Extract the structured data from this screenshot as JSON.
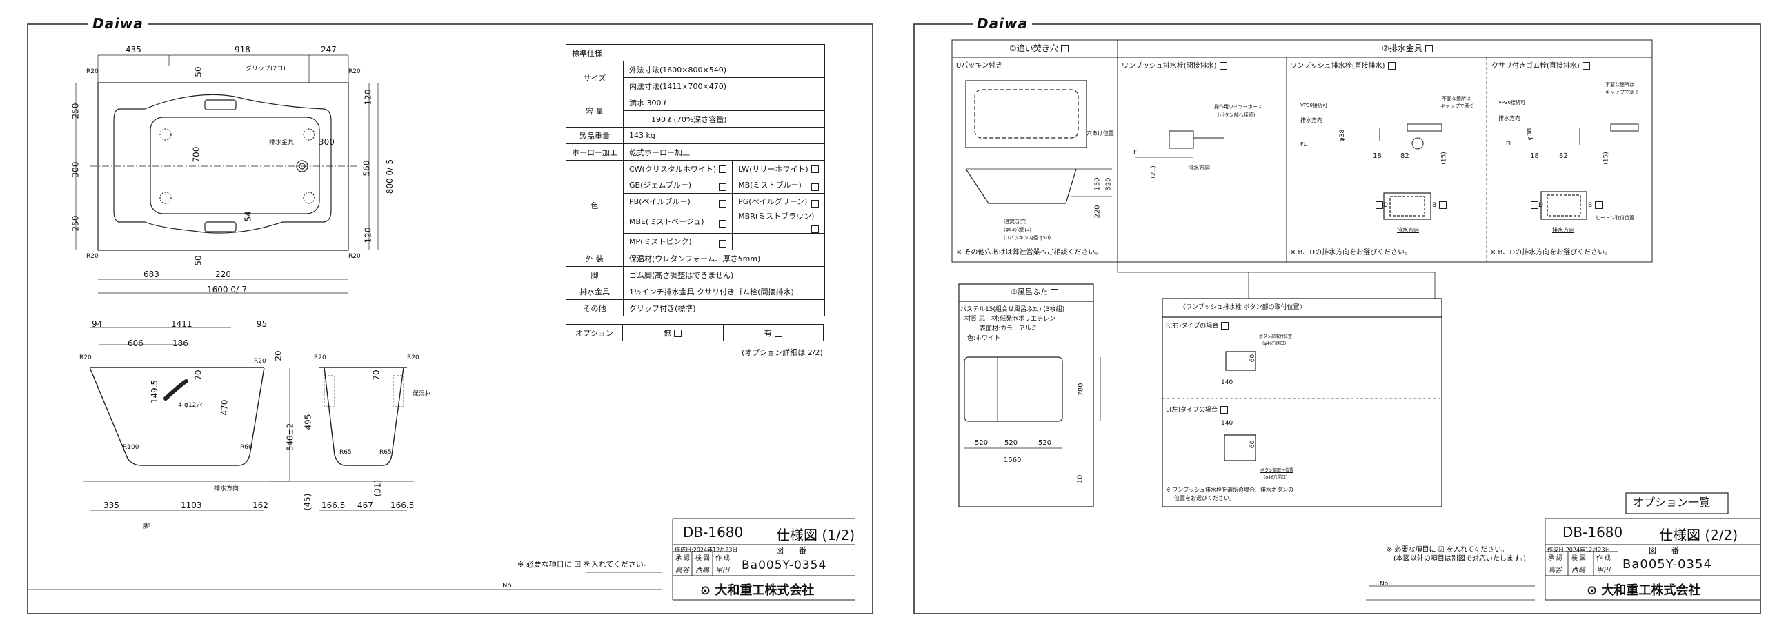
{
  "page1": {
    "logo": "Daiwa",
    "plan_labels": [
      "435",
      "918",
      "247",
      "R20",
      "R20",
      "R20",
      "R20",
      "250",
      "300",
      "250",
      "700",
      "300",
      "排水金具",
      "グリップ(2コ)",
      "560",
      "800 0/-5",
      "120",
      "120",
      "50",
      "50",
      "54",
      "683",
      "220",
      "1600 0/-7"
    ],
    "side_labels": [
      "94",
      "1411",
      "95",
      "606",
      "186",
      "R20",
      "R20",
      "20",
      "70",
      "149.5",
      "4-φ12穴",
      "470",
      "540±2",
      "R100",
      "R60",
      "排水方向",
      "335",
      "1103",
      "162",
      "脚"
    ],
    "end_labels": [
      "R20",
      "R20",
      "70",
      "保温材",
      "495",
      "(45)",
      "R65",
      "R65",
      "(31)",
      "166.5",
      "467",
      "166.5"
    ],
    "spec": {
      "header": "標準仕様",
      "size_label": "サイズ",
      "size_outer": "外法寸法(1600×800×540)",
      "size_inner": "内法寸法(1411×700×470)",
      "capacity_label": "容 量",
      "capacity_full": "満水 300 ℓ",
      "capacity_70": "190 ℓ (70%深さ容量)",
      "weight_label": "製品重量",
      "weight": "143 kg",
      "enamel_label": "ホーロー加工",
      "enamel": "乾式ホーロー加工",
      "color_label": "色",
      "colors": [
        "CW(クリスタルホワイト)",
        "LW(リリーホワイト)",
        "GB(ジェムブルー)",
        "MB(ミストブルー)",
        "PB(ペイルブルー)",
        "PG(ペイルグリーン)",
        "MBE(ミストベージュ)",
        "MBR(ミストブラウン)",
        "MP(ミストピンク)"
      ],
      "exterior_label": "外 装",
      "exterior": "保温材(ウレタンフォーム、厚さ5mm)",
      "legs_label": "脚",
      "legs": "ゴム脚(高さ調整はできません)",
      "drain_label": "排水金具",
      "drain": "1½インチ排水金具 クサリ付きゴム栓(間接排水)",
      "other_label": "その他",
      "other": "グリップ付き(標準)",
      "option_label": "オプション",
      "option_no": "無",
      "option_yes": "有",
      "option_note": "(オプション詳細は 2/2)"
    },
    "note": "※ 必要な項目に ☑ を入れてください。",
    "no_label": "No.",
    "title_block": {
      "model": "DB-1680",
      "title": "仕様図 (1/2)",
      "date": "作成日:2024年12月23日",
      "drawing_no_label": "図　　番",
      "approve": "承 認",
      "check": "検 図",
      "create": "作 成",
      "sign_approve": "高谷",
      "sign_check": "西嶋",
      "sign_create": "甲田",
      "drawing_no": "Ba005Y-0354",
      "company": "大和重工株式会社"
    }
  },
  "page2": {
    "logo": "Daiwa",
    "reheat": {
      "title": "①追い焚き穴",
      "subtitle": "Uパッキン付き",
      "hole_pos": "穴あけ位置",
      "hole_label": "追焚き穴",
      "hole_spec1": "(φ53穴開口)",
      "hole_spec2": "(Uパッキン内径 φ50)",
      "dims": [
        "150",
        "320",
        "220"
      ],
      "note": "※ その他穴あけは弊社営業へご相談ください。"
    },
    "drain": {
      "title": "②排水金具",
      "indirect": {
        "title": "ワンプッシュ排水栓(間接排水)",
        "hose1": "操作用ワイヤーホース",
        "hose2": "(ボタン部へ接続)",
        "fl": "FL",
        "dim": "(21)",
        "dir": "排水方向"
      },
      "direct": {
        "title": "ワンプッシュ排水栓(直接排水)",
        "vp": "VP30接続可",
        "dir": "排水方向",
        "cap1": "不要な箇所は",
        "cap2": "キャップで塞ぐ",
        "fl": "FL",
        "dims": [
          "φ38",
          "18",
          "82",
          "(15)"
        ],
        "d": "D",
        "b": "B",
        "dir2": "排水方向",
        "note": "※ B、Dの排水方向をお選びください。"
      },
      "chain": {
        "title": "クサリ付きゴム栓(直接排水)",
        "vp": "VP30接続可",
        "dir": "排水方向",
        "cap1": "不要な箇所は",
        "cap2": "キャップで塞ぐ",
        "fl": "FL",
        "dims": [
          "φ38",
          "18",
          "82",
          "(15)"
        ],
        "d": "D",
        "b": "B",
        "heaton": "ヒートン取付位置",
        "dir2": "排水方向",
        "note": "※ B、Dの排水方向をお選びください。"
      }
    },
    "lid": {
      "title": "③風呂ふた",
      "name": "パステル15(組合せ風呂ふた) (3枚組)",
      "material1": "材質:芯　材:低発泡ポリエチレン",
      "material2": "表面材:カラーアルミ",
      "color": "色:ホワイト",
      "dims": [
        "780",
        "520",
        "520",
        "520",
        "1560",
        "10"
      ]
    },
    "button": {
      "title": "〈ワンプッシュ排水栓 ボタン部の取付位置〉",
      "r_type": "R(右)タイプの場合",
      "l_type": "L(左)タイプの場合",
      "pos1": "ボタン部取付位置",
      "pos2": "(φ46穴開口)",
      "dims": [
        "60",
        "140",
        "140",
        "60"
      ],
      "note1": "※ ワンプッシュ排水栓を選択の場合、排水ボタンの",
      "note2": "位置をお選びください。"
    },
    "option_list": "オプション一覧",
    "note1": "※ 必要な項目に ☑ を入れてください。",
    "note2": "(本図以外の項目は別図で対応いたします。)",
    "no_label": "No.",
    "title_block": {
      "model": "DB-1680",
      "title": "仕様図 (2/2)",
      "date": "作成日:2024年12月23日",
      "drawing_no_label": "図　　番",
      "approve": "承 認",
      "check": "検 図",
      "create": "作 成",
      "sign_approve": "高谷",
      "sign_check": "西嶋",
      "sign_create": "甲田",
      "drawing_no": "Ba005Y-0354",
      "company": "大和重工株式会社"
    }
  }
}
